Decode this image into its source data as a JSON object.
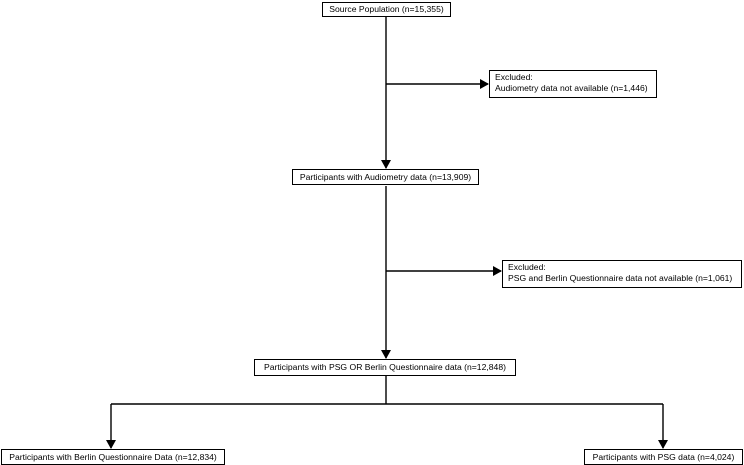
{
  "flowchart": {
    "source": "Source Population (n=15,355)",
    "excluded_1": {
      "header": "Excluded:",
      "text": "Audiometry data not available (n=1,446)"
    },
    "audiometry": "Participants with Audiometry data (n=13,909)",
    "excluded_2": {
      "header": "Excluded:",
      "text": "PSG and Berlin Questionnaire data not available (n=1,061)"
    },
    "psg_or_berlin": "Participants with PSG OR Berlin Questionnaire data (n=12,848)",
    "berlin": "Participants with Berlin Questionnaire Data (n=12,834)",
    "psg": "Participants with PSG data (n=4,024)"
  }
}
